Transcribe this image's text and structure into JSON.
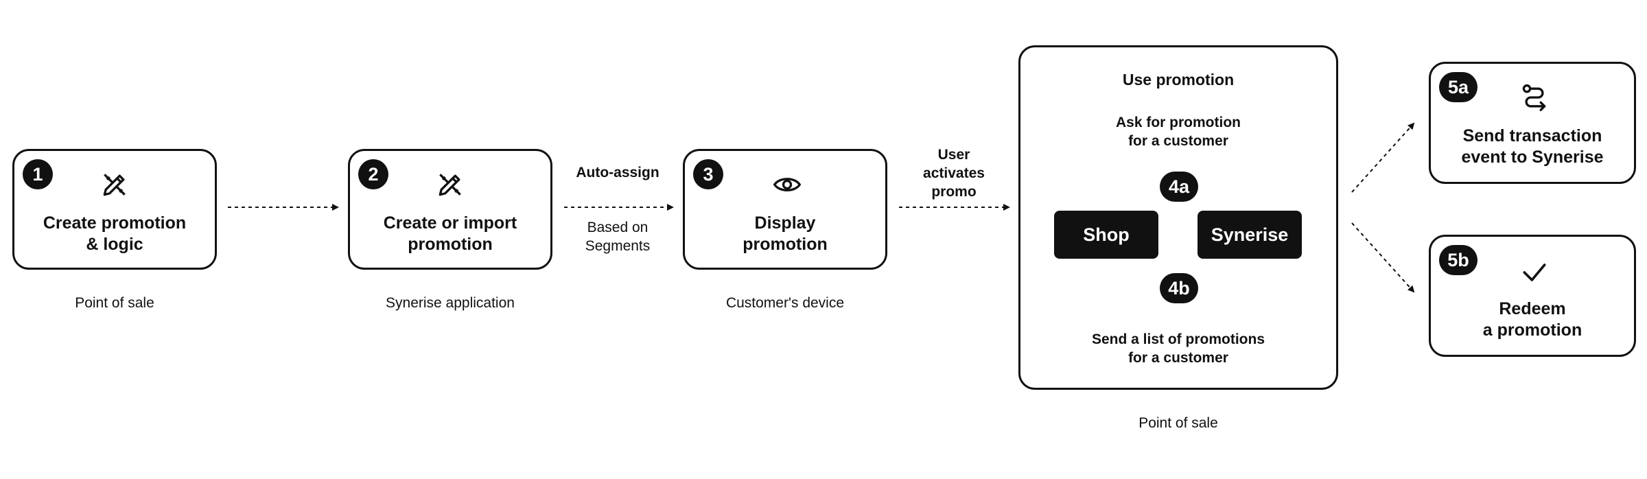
{
  "steps": [
    {
      "badge": "1",
      "title": "Create promotion\n& logic",
      "caption": "Point of sale",
      "icon": "pencil-ruler-icon"
    },
    {
      "badge": "2",
      "title": "Create or import\npromotion",
      "caption": "Synerise application",
      "icon": "pencil-ruler-icon"
    },
    {
      "badge": "3",
      "title": "Display\npromotion",
      "caption": "Customer's device",
      "icon": "eye-icon"
    }
  ],
  "connectors": {
    "auto_assign": "Auto-assign",
    "based_on": "Based on\nSegments",
    "user_activates": "User\nactivates\npromo"
  },
  "use_promotion": {
    "title": "Use promotion",
    "ask_label": "Ask for promotion\nfor a customer",
    "send_label": "Send a list of promotions\nfor a customer",
    "badge_4a": "4a",
    "badge_4b": "4b",
    "shop": "Shop",
    "synerise": "Synerise",
    "caption": "Point of sale"
  },
  "outcomes": [
    {
      "badge": "5a",
      "title": "Send transaction\nevent to Synerise",
      "icon": "route-icon"
    },
    {
      "badge": "5b",
      "title": "Redeem\na promotion",
      "icon": "check-icon"
    }
  ]
}
